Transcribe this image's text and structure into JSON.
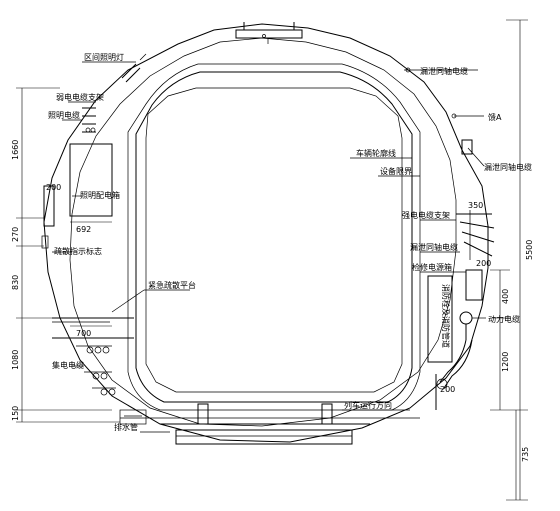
{
  "labels": {
    "section_light": "区间照明灯",
    "weak_cable_bracket": "弱电电缆支架",
    "lighting_cable": "照明电缆",
    "lighting_box": "照明配电箱",
    "evac_sign": "疏散指示标志",
    "evac_platform": "紧急疏散平台",
    "comm_cable": "集电电缆",
    "drain_pipe": "排水管",
    "leaky_cable_top": "漏泄同轴电缆",
    "antenna": "馈A",
    "leaky_cable_right": "漏泄同轴电缆",
    "vehicle_gauge": "车辆轮廓线",
    "equipment_gauge": "设备限界",
    "power_cable_bracket": "强电电缆支架",
    "leaky_cable_mid": "漏泄同轴电缆",
    "maint_box": "检修电源箱",
    "power_cable": "动力电缆",
    "train_direction": "列车运行方向",
    "vertical_note": "消防栓及消防管道"
  },
  "dims_left": {
    "d1660": "1660",
    "d270": "270",
    "d830": "830",
    "d1080": "1080",
    "d150": "150"
  },
  "dims_right": {
    "d5500": "5500",
    "d400": "400",
    "d1200": "1200",
    "d735": "735"
  },
  "dims_inner": {
    "d200_left": "200",
    "d692": "692",
    "d700": "700",
    "d350": "350",
    "d200_right": "200",
    "d200_bottom": "200"
  }
}
